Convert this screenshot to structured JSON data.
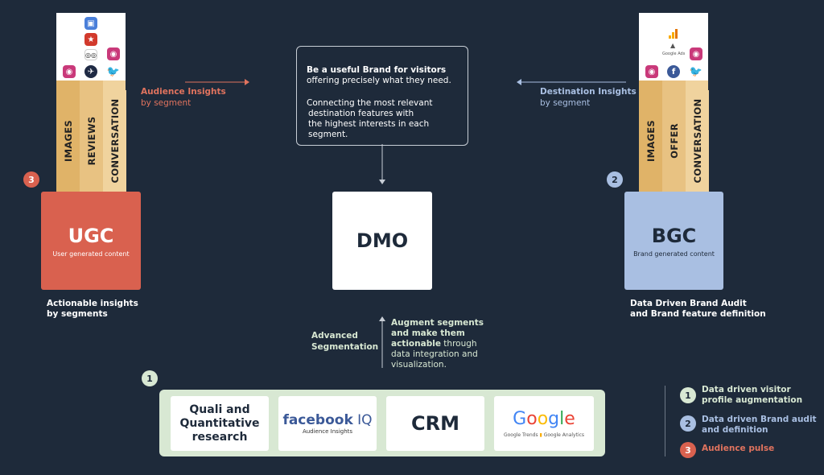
{
  "left_column": {
    "strips": [
      "IMAGES",
      "REVIEWS",
      "CONVERSATION"
    ],
    "icons": [
      "google-my-business-icon",
      "yelp-icon",
      "tripadvisor-icon",
      "instagram-icon",
      "instagram-icon",
      "expedia-icon",
      "twitter-icon"
    ]
  },
  "right_column": {
    "strips": [
      "IMAGES",
      "OFFER",
      "CONVERSATION"
    ],
    "icons": [
      "google-analytics-icon",
      "google-ads-icon",
      "instagram-icon",
      "instagram-icon",
      "facebook-icon",
      "twitter-icon"
    ],
    "google_ads_label": "Google Ads"
  },
  "ugc": {
    "title": "UGC",
    "subtitle": "User generated content",
    "caption_line1": "Actionable insights",
    "caption_line2": "by segments",
    "badge": "3"
  },
  "bgc": {
    "title": "BGC",
    "subtitle": "Brand generated content",
    "caption_line1": "Data Driven Brand Audit",
    "caption_line2": "and Brand feature definition",
    "badge": "2"
  },
  "audience_insights": {
    "line1": "Audience Insights",
    "line2": "by segment"
  },
  "destination_insights": {
    "line1": "Destination Insights",
    "line2": "by segment"
  },
  "center_box": {
    "line1": "Be a useful Brand for visitors",
    "line2": "offering precisely what they need.",
    "line3": "Connecting the most relevant",
    "line4": "destination features with",
    "line5": "the highest interests in each segment."
  },
  "dmo": {
    "title": "DMO"
  },
  "segmentation": {
    "label_line1": "Advanced",
    "label_line2": "Segmentation"
  },
  "augment": {
    "line1": "Augment segments",
    "line2": "and make them",
    "line3_bold": "actionable",
    "line3_rest": " through",
    "line4": "data integration and",
    "line5": "visualization."
  },
  "bottom": {
    "badge": "1",
    "box1_line1": "Quali and",
    "box1_line2": "Quantitative",
    "box1_line3": "research",
    "facebook": "facebook",
    "iq": "IQ",
    "facebook_sub": "Audience Insights",
    "crm": "CRM",
    "google": [
      "G",
      "o",
      "o",
      "g",
      "l",
      "e"
    ],
    "google_trends": "Google Trends",
    "google_analytics": "Google Analytics"
  },
  "legend": {
    "items": [
      {
        "num": "1",
        "line1": "Data driven visitor",
        "line2": "profile augmentation"
      },
      {
        "num": "2",
        "line1": "Data driven Brand audit",
        "line2": "and definition"
      },
      {
        "num": "3",
        "line1": "Audience pulse",
        "line2": ""
      }
    ]
  },
  "colors": {
    "background": "#1e2a3a",
    "ugc": "#d9614f",
    "bgc": "#a9bfe2",
    "strip1": "#e0b368",
    "strip2": "#e8c282",
    "strip3": "#f0d39e",
    "legend1": "#d8e8d3",
    "audience": "#e0735e",
    "destination": "#a9bfe2"
  }
}
